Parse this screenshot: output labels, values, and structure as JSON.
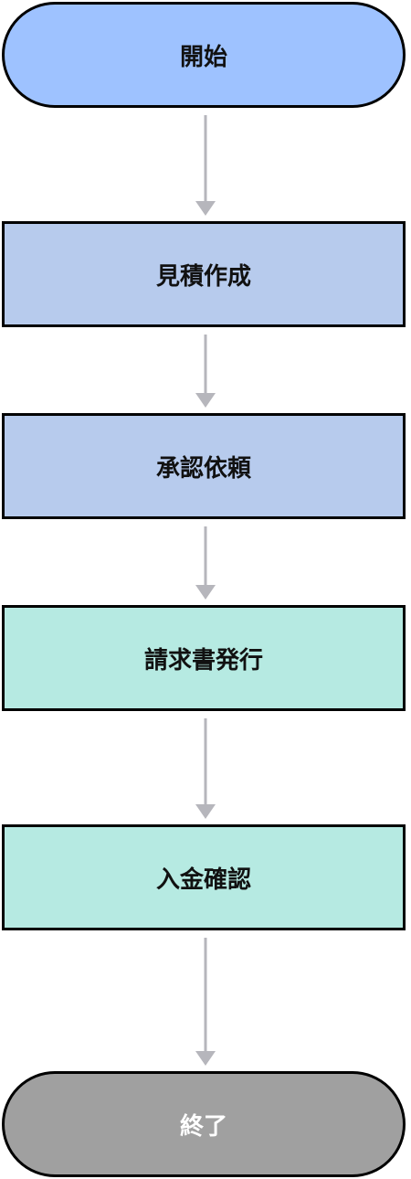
{
  "flowchart": {
    "start": {
      "label": "開始"
    },
    "steps": [
      {
        "label": "見積作成"
      },
      {
        "label": "承認依頼"
      },
      {
        "label": "請求書発行"
      },
      {
        "label": "入金確認"
      }
    ],
    "end": {
      "label": "終了"
    }
  },
  "colors": {
    "start_fill": "#9ec2ff",
    "step_blue_fill": "#b7cbed",
    "step_teal_fill": "#b6eae2",
    "end_fill": "#a0a0a0",
    "border": "#000000",
    "arrow": "#b6b6bc",
    "end_text": "#ffffff"
  }
}
